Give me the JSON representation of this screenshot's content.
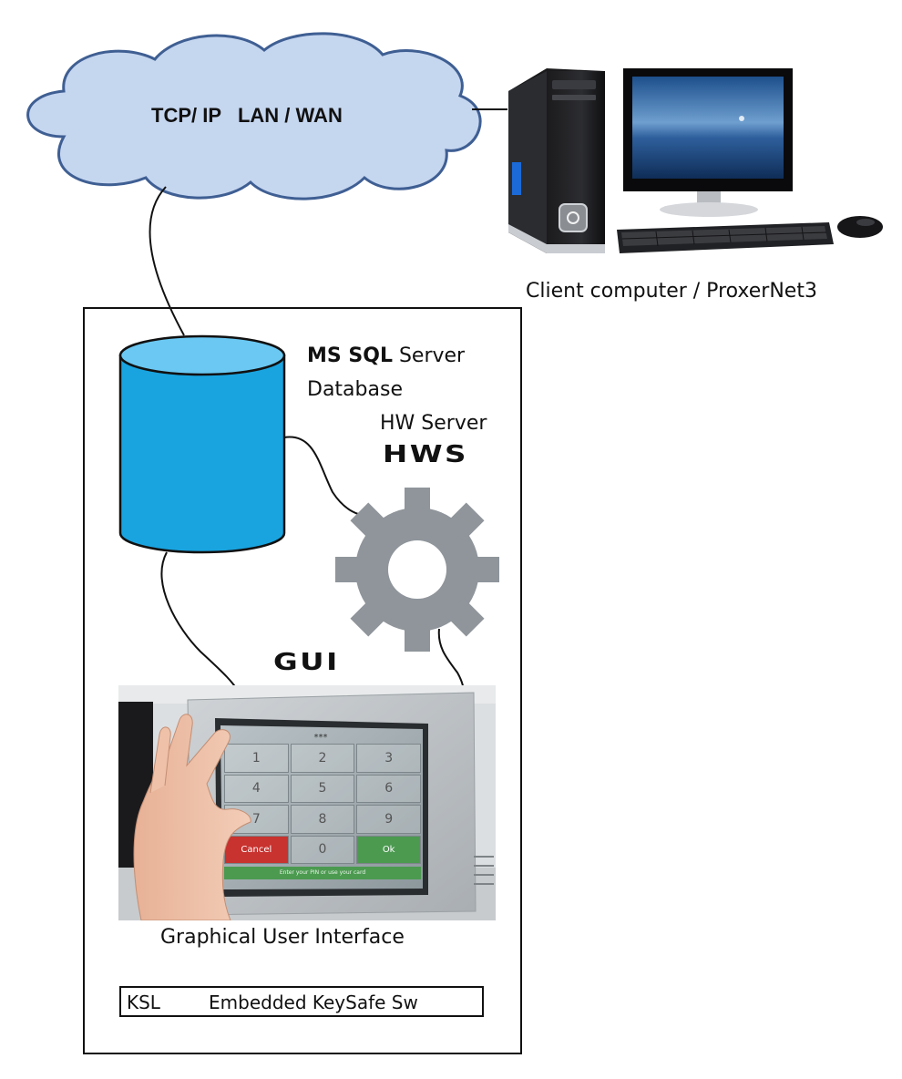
{
  "network": {
    "label": "TCP/ IP   LAN / WAN"
  },
  "client": {
    "caption": "Client computer / ProxerNet3"
  },
  "database": {
    "name_bold": "MS SQL",
    "name_rest": " Server",
    "subtitle": "Database"
  },
  "hw_server": {
    "caption": "HW Server",
    "logo": "HWS"
  },
  "gui": {
    "logo": "GUI",
    "caption": "Graphical User Interface",
    "screen_header": "***",
    "keypad_digits": [
      "1",
      "2",
      "3",
      "4",
      "5",
      "6",
      "7",
      "8",
      "9",
      "0"
    ],
    "cancel_label": "Cancel",
    "ok_label": "Ok",
    "prompt": "Enter your PIN or use your card"
  },
  "ksl": {
    "code": "KSL",
    "description": "Embedded KeySafe Sw"
  },
  "colors": {
    "cloud_fill": "#c5d6ef",
    "cloud_stroke": "#3f5f93",
    "database_fill": "#19a4e0",
    "database_top": "#6ac8f2",
    "gear_fill": "#8f959b",
    "keypad_ok": "#4b9a50",
    "keypad_cancel": "#c8322f"
  }
}
